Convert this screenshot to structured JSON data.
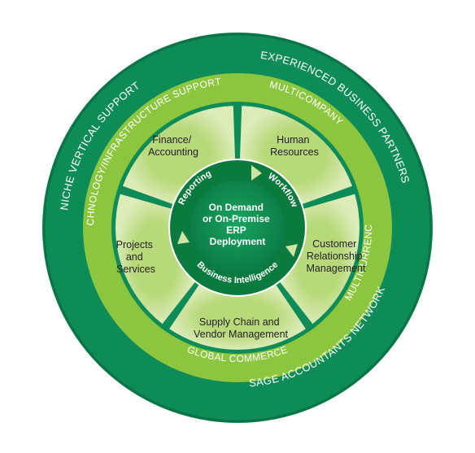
{
  "outer_ring": {
    "labels": [
      "EXPERIENCED BUSINESS PARTNERS",
      "SAGE ACCOUNTANTS NETWORK",
      "NICHE VERTICAL SUPPORT"
    ]
  },
  "middle_ring": {
    "labels": [
      "MULTICOMPANY",
      "MULTICURRENCY",
      "GLOBAL COMMERCE",
      "TECHNOLOGY/INFRASTRUCTURE SUPPORT"
    ]
  },
  "segments": [
    {
      "lines": [
        "Human",
        "Resources"
      ]
    },
    {
      "lines": [
        "Customer",
        "Relationship",
        "Management"
      ]
    },
    {
      "lines": [
        "Supply Chain and",
        "Vendor Management"
      ]
    },
    {
      "lines": [
        "Projects",
        "and",
        "Services"
      ]
    },
    {
      "lines": [
        "Finance/",
        "Accounting"
      ]
    }
  ],
  "inner_ring": {
    "labels": [
      "Workflow",
      "Business Intelligence",
      "Reporting"
    ]
  },
  "core": {
    "lines": [
      "On Demand",
      "or On-Premise",
      "ERP",
      "Deployment"
    ]
  },
  "colors": {
    "outer_ring": "#0e8c57",
    "middle_ring": "#8cc63f",
    "segment_fill": "#cfe3a3",
    "divider": "#0e8c57",
    "inner_ring": "#0b7a3e",
    "core": "#0e8c57",
    "text_dark": "#222222",
    "text_light": "#ffffff"
  }
}
